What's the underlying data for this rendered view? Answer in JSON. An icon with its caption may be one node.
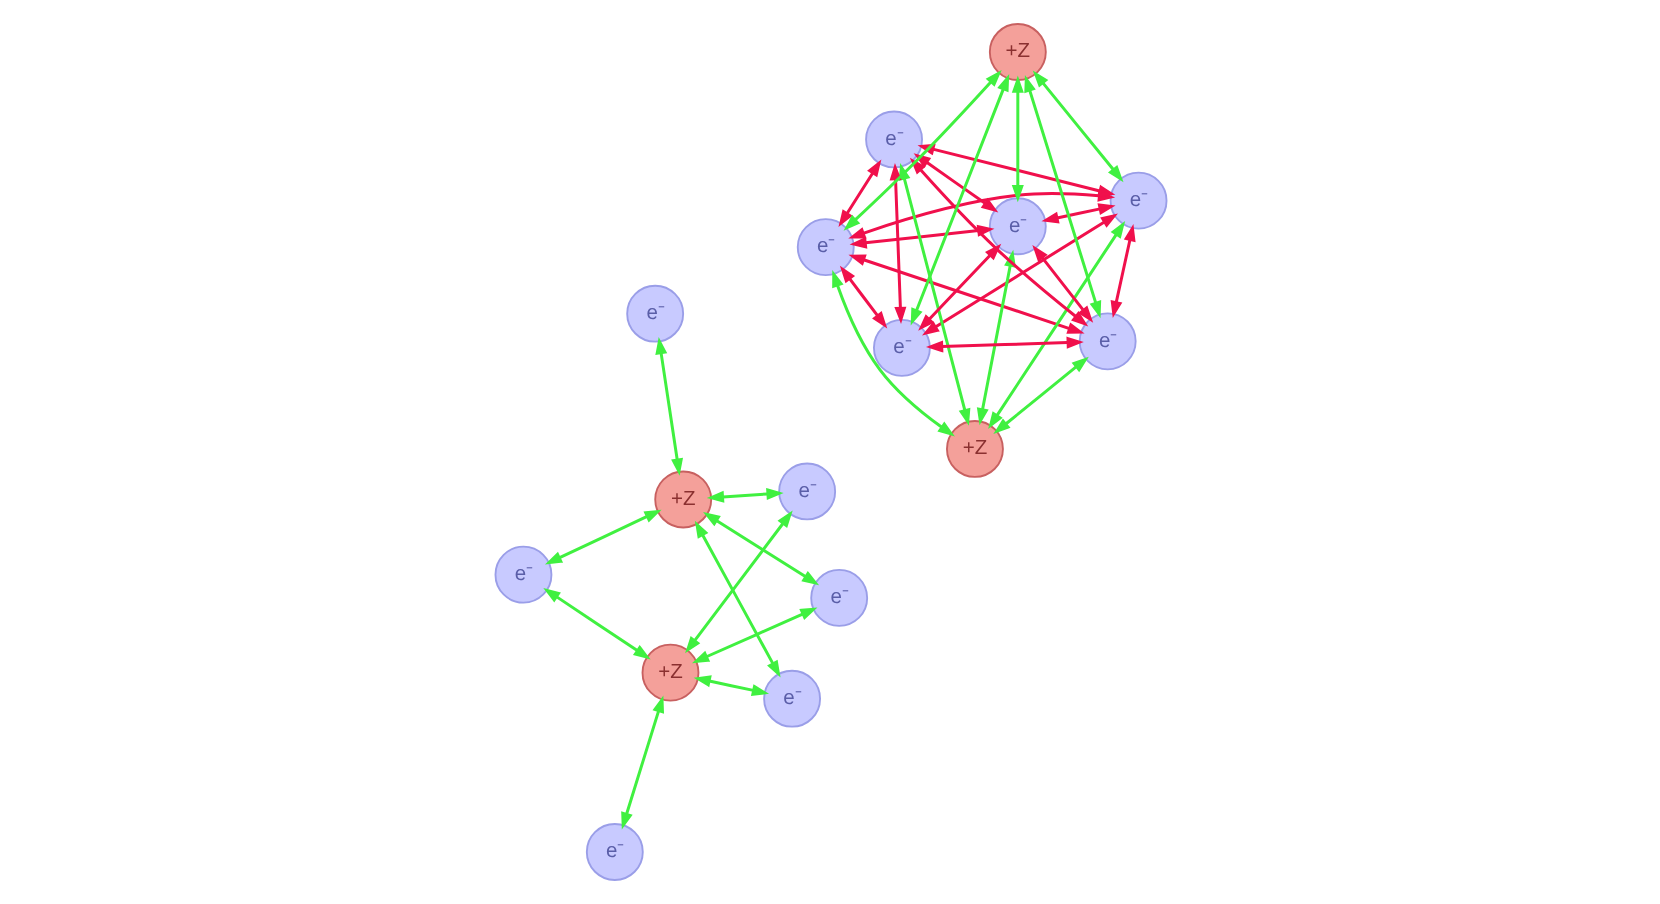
{
  "diagram": {
    "nodes": [
      {
        "text": [
          "e⁻"
        ]
      },
      {
        "text": [
          "e⁻"
        ]
      },
      {
        "text": [
          "+Z"
        ]
      },
      {
        "text": [
          "e⁻"
        ]
      },
      {
        "text": [
          "e⁻"
        ]
      },
      {
        "text": [
          "+Z"
        ]
      },
      {
        "text": [
          "e⁻"
        ]
      },
      {
        "text": [
          "e⁻"
        ]
      },
      {
        "text": [
          "e⁻"
        ]
      },
      {
        "text": [
          "e⁻"
        ]
      },
      {
        "text": [
          "+Z"
        ]
      },
      {
        "text": [
          "e⁻"
        ]
      },
      {
        "text": [
          "e⁻"
        ]
      },
      {
        "text": [
          "+Z"
        ]
      },
      {
        "text": [
          "e⁻"
        ]
      },
      {
        "text": [
          "e⁻"
        ]
      }
    ],
    "edges": [
      {
        "from": 0,
        "to": 1,
        "arrow": "both",
        "color": "#f0104c"
      },
      {
        "from": 0,
        "to": 3,
        "arrow": "both",
        "color": "#f0104c"
      },
      {
        "from": 0,
        "to": 4,
        "arrow": "both",
        "color": "#f0104c"
      },
      {
        "from": 0,
        "to": 6,
        "arrow": "both",
        "color": "#f0104c"
      },
      {
        "from": 0,
        "to": 7,
        "arrow": "both",
        "color": "#f0104c"
      },
      {
        "from": 1,
        "to": 3,
        "arrow": "both",
        "color": "#f0104c"
      },
      {
        "from": 1,
        "to": 4,
        "arrow": "both",
        "color": "#f0104c"
      },
      {
        "from": 1,
        "to": 6,
        "arrow": "both",
        "color": "#f0104c"
      },
      {
        "from": 1,
        "to": 7,
        "arrow": "both",
        "color": "#f0104c"
      },
      {
        "from": 3,
        "to": 4,
        "arrow": "both",
        "color": "#f0104c"
      },
      {
        "from": 3,
        "to": 6,
        "arrow": "both",
        "color": "#f0104c"
      },
      {
        "from": 3,
        "to": 7,
        "arrow": "both",
        "color": "#f0104c"
      },
      {
        "from": 4,
        "to": 6,
        "arrow": "both",
        "color": "#f0104c"
      },
      {
        "from": 4,
        "to": 7,
        "arrow": "both",
        "color": "#f0104c"
      },
      {
        "from": 6,
        "to": 7,
        "arrow": "both",
        "color": "#f0104c"
      },
      {
        "from": 2,
        "to": 0,
        "arrow": "both"
      },
      {
        "from": 2,
        "to": 1,
        "arrow": "both"
      },
      {
        "from": 2,
        "to": 3,
        "arrow": "both"
      },
      {
        "from": 2,
        "to": 4,
        "arrow": "both"
      },
      {
        "from": 2,
        "to": 7,
        "arrow": "both"
      },
      {
        "from": 5,
        "to": 0,
        "arrow": "both"
      },
      {
        "from": 5,
        "to": 1,
        "arrow": "both"
      },
      {
        "from": 5,
        "to": 4,
        "arrow": "both"
      },
      {
        "from": 5,
        "to": 6,
        "arrow": "both"
      },
      {
        "from": 5,
        "to": 7,
        "arrow": "both"
      },
      {
        "from": 13,
        "to": 8,
        "arrow": "both"
      },
      {
        "from": 10,
        "to": 8,
        "arrow": "both"
      },
      {
        "from": 13,
        "to": 9,
        "arrow": "both"
      },
      {
        "from": 10,
        "to": 9,
        "arrow": "both"
      },
      {
        "from": 10,
        "to": 11,
        "arrow": "both"
      },
      {
        "from": 10,
        "to": 12,
        "arrow": "both"
      },
      {
        "from": 13,
        "to": 12,
        "arrow": "both"
      },
      {
        "from": 13,
        "to": 14,
        "arrow": "both"
      },
      {
        "from": 13,
        "to": 15,
        "arrow": "both"
      },
      {
        "from": 10,
        "to": 15,
        "arrow": "both"
      }
    ]
  }
}
